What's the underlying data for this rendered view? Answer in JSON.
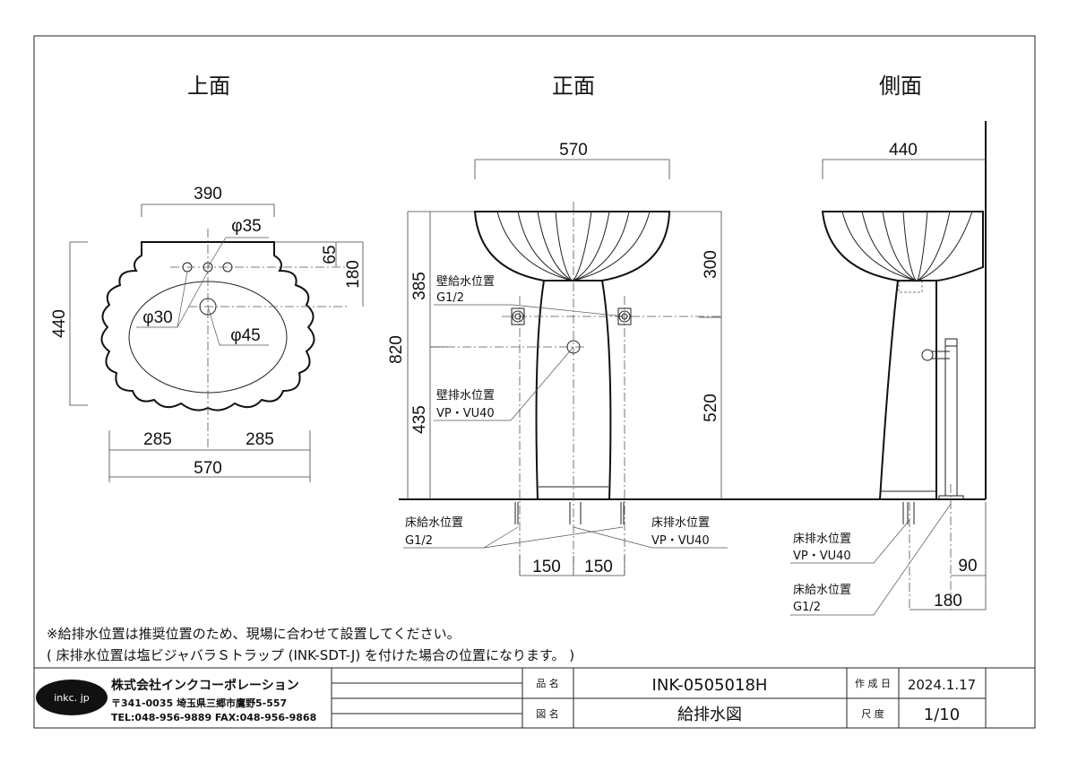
{
  "views": {
    "top": "上面",
    "front": "正面",
    "side": "側面"
  },
  "top_view": {
    "width_390": "390",
    "hole_35": "φ35",
    "dim_65": "65",
    "dim_180": "180",
    "depth_440": "440",
    "hole_30": "φ30",
    "hole_45": "φ45",
    "half_left": "285",
    "half_right": "285",
    "width_570": "570"
  },
  "front_view": {
    "width_570": "570",
    "h385": "385",
    "h820": "820",
    "h435": "435",
    "h300": "300",
    "h520": "520",
    "wall_supply": "壁給水位置",
    "wall_supply_spec": "G1/2",
    "wall_drain": "壁排水位置",
    "wall_drain_spec": "VP・VU40",
    "floor_supply": "床給水位置",
    "floor_supply_spec": "G1/2",
    "floor_drain": "床排水位置",
    "floor_drain_spec": "VP・VU40",
    "d150a": "150",
    "d150b": "150"
  },
  "side_view": {
    "width_440": "440",
    "floor_drain": "床排水位置",
    "floor_drain_spec": "VP・VU40",
    "floor_supply": "床給水位置",
    "floor_supply_spec": "G1/2",
    "d90": "90",
    "d180": "180"
  },
  "notes": [
    "※給排水位置は推奨位置のため、現場に合わせて設置してください。",
    "( 床排水位置は塩ビジャバラＳトラップ (INK-SDT-J) を付けた場合の位置になります。 )"
  ],
  "title_block": {
    "logo": "inkc. jp",
    "company": "株式会社インクコーポレーション",
    "address": "〒341-0035 埼玉県三郷市鷹野5-557",
    "phone": "TEL:048-956-9889  FAX:048-956-9868",
    "product_label": "品 名",
    "product": "INK-0505018H",
    "drawing_label": "図 名",
    "drawing": "給排水図",
    "date_label": "作 成 日",
    "date": "2024.1.17",
    "scale_label": "尺 度",
    "scale": "1/10"
  }
}
